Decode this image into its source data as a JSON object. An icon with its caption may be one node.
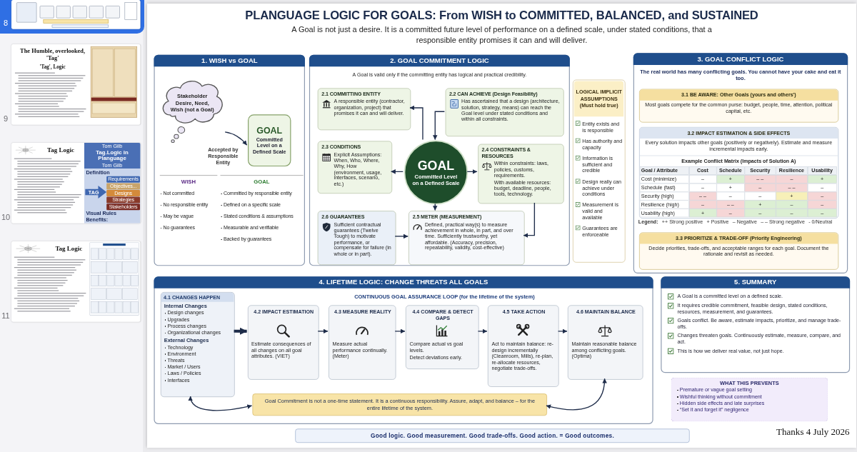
{
  "diagram": {
    "title": "PLANGUAGE LOGIC FOR GOALS: From WISH to COMMITTED, BALANCED, and SUSTAINED",
    "nodes": [
      {
        "text": [],
        "shape": "picture",
        "beside": [
          "8"
        ]
      },
      {
        "text": [
          "The Humble, overlooked, 'Tag'",
          "'Tag', Logic"
        ],
        "beside": [
          "9"
        ]
      },
      {
        "text": [
          "Tag Logic",
          "Tom Gilb",
          "Tag.Logic in Planguage",
          "Tom Gilb",
          "Definition",
          "TAG",
          "Requirements",
          "Objectives...",
          "Designs",
          "Strategies",
          "Stakeholders",
          "Visual Rules",
          "Benefits:"
        ],
        "beside": [
          "10"
        ]
      },
      {
        "text": [
          "Tag Logic"
        ],
        "beside": [
          "11"
        ]
      },
      {
        "text": [
          "1. WISH vs GOAL"
        ]
      },
      {
        "text": [
          "Stakeholder Desire, Need, Wish (not a Goal)"
        ],
        "in": 4
      },
      {
        "text": [
          "GOAL",
          "Committed Level on a Defined Scale"
        ],
        "in": 4
      },
      {
        "text": [
          "2. GOAL COMMITMENT LOGIC",
          "A Goal is valid only if the committing entity has logical and practical credibility."
        ]
      },
      {
        "text": [
          "2.1 COMMITTING ENTITY",
          "A responsible entity (contractor, organization, project) that promises it can and will deliver."
        ],
        "in": 7
      },
      {
        "text": [
          "2.2 CAN ACHIEVE (Design Feasibility)",
          "Has ascertained that a design (architecture, solution, strategy, means) can reach the Goal level under stated conditions and within all constraints."
        ],
        "in": 7
      },
      {
        "text": [
          "GOAL",
          "Committed Level on a Defined Scale"
        ],
        "in": 7
      },
      {
        "text": [
          "2.3 CONDITIONS",
          "Explicit Assumptions: When, Who, Where, Why, How (environment, usage, interfaces, scenario, etc.)"
        ],
        "in": 7
      },
      {
        "text": [
          "2.4 CONSTRAINTS & RESOURCES",
          "Within constraints: laws, policies, customs, requirements.",
          "With available resources: budget, deadline, people, tools, technology."
        ],
        "in": 7
      },
      {
        "text": [
          "2.6 GUARANTEES",
          "Sufficient contractual guarantees (Twelve Tough) to motivate performance, or compensate for failure (in whole or in part)."
        ],
        "in": 7
      },
      {
        "text": [
          "2.5 METER (MEASUREMENT)",
          "Defined, practical way(s) to measure achievement in whole, in part, and over time. Sufficiently trustworthy, yet affordable. (Accuracy, precision, repeatability, validity, cost-effective)"
        ],
        "in": 7
      },
      {
        "text": [
          "LOGICAL IMPLICIT ASSUMPTIONS (Must hold true)",
          "Entity exists and is responsible",
          "Has authority and capacity",
          "Information is sufficient and credible",
          "Design really can achieve under conditions",
          "Measurement is valid and available",
          "Guarantees are enforceable"
        ]
      },
      {
        "text": [
          "3. GOAL CONFLICT LOGIC",
          "The real world has many conflicting goals. You cannot have your cake and eat it too."
        ]
      },
      {
        "text": [
          "3.1 BE AWARE: Other Goals (yours and others')",
          "Most goals compete for the common purse: budget, people, time, attention, political capital, etc."
        ],
        "in": 16
      },
      {
        "text": [
          "3.2 IMPACT ESTIMATION & SIDE EFFECTS",
          "Every solution impacts other goals (positively or negatively). Estimate and measure incremental impacts early.",
          "Example Conflict Matrix (Impacts of Solution A)"
        ],
        "in": 16
      },
      {
        "text": [
          "3.3 PRIORITIZE & TRADE-OFF (Priority Engineering)",
          "Decide priorities, trade-offs, and acceptable ranges for each goal. Document the rationale and revisit as needed."
        ],
        "in": 16
      },
      {
        "text": [
          "4. LIFETIME LOGIC: CHANGE THREATS ALL GOALS",
          "CONTINUOUS GOAL ASSURANCE LOOP (for the lifetime of the system)"
        ]
      },
      {
        "text": [
          "4.1 CHANGES HAPPEN",
          "Internal Changes",
          "Design changes",
          "Upgrades",
          "Process changes",
          "Organizational changes",
          "External Changes",
          "Technology",
          "Environment",
          "Threats",
          "Market / Users",
          "Laws / Policies",
          "Interfaces"
        ],
        "in": 20
      },
      {
        "text": [
          "4.2 IMPACT ESTIMATION",
          "Estimate consequences of all changes on all goal attributes. (VIET)"
        ],
        "in": 20
      },
      {
        "text": [
          "4.3 MEASURE REALITY",
          "Measure actual performance continually. (Meter)"
        ],
        "in": 20
      },
      {
        "text": [
          "4.4 COMPARE & DETECT GAPS",
          "Compare actual vs goal levels.",
          "Detect deviations early."
        ],
        "in": 20
      },
      {
        "text": [
          "4.5 TAKE ACTION",
          "Act to maintain balance: re-design incrementally (Cleanroom, Mills), re-plan, re-allocate resources, negotiate trade-offs."
        ],
        "in": 20
      },
      {
        "text": [
          "4.6 MAINTAIN BALANCE",
          "Maintain reasonable balance among conflicting goals. (Optima)"
        ],
        "in": 20
      },
      {
        "text": [
          "Goal Commitment is not a one-time statement. It is a continuous responsibility. Assure, adapt, and balance – for the entire lifetime of the system."
        ],
        "in": 20
      },
      {
        "text": [
          "5. SUMMARY",
          "A Goal is a committed level on a defined scale.",
          "It requires credible commitment, feasible design, stated conditions, resources, measurement, and guarantees.",
          "Goals conflict. Be aware, estimate impacts, prioritize, and manage trade-offs.",
          "Changes threaten goals. Continuously estimate, measure, compare, and act.",
          "This is how we deliver real value, not just hope."
        ]
      },
      {
        "text": [
          "WHAT THIS PREVENTS",
          "Premature or vague goal setting",
          "Wishful thinking without commitment",
          "Hidden side effects and late surprises",
          "“Set it and forget it” negligence"
        ]
      },
      {
        "text": [
          "Good logic. Good measurement. Good trade-offs. Good action. = Good outcomes."
        ]
      }
    ],
    "edges": [
      {
        "from": 5,
        "to": 6,
        "arrow": "to",
        "label": "Accepted by Responsible Entity"
      },
      {
        "from": 10,
        "to": 8,
        "arrow": "to"
      },
      {
        "from": 9,
        "to": 10,
        "arrow": "to"
      },
      {
        "from": 10,
        "to": 11,
        "arrow": "to"
      },
      {
        "from": 10,
        "to": 12,
        "arrow": "to"
      },
      {
        "from": 10,
        "to": 14,
        "arrow": "to"
      },
      {
        "from": 13,
        "to": 14,
        "arrow": "to"
      },
      {
        "from": 12,
        "to": 14,
        "arrow": "to"
      },
      {
        "from": 21,
        "to": 22,
        "arrow": "to",
        "style": "thick"
      },
      {
        "from": 22,
        "to": 23,
        "arrow": "to"
      },
      {
        "from": 23,
        "to": 24,
        "arrow": "to"
      },
      {
        "from": 24,
        "to": 25,
        "arrow": "to"
      },
      {
        "from": 25,
        "to": 26,
        "arrow": "to"
      },
      {
        "from": 27,
        "to": 21,
        "arrow": "both"
      },
      {
        "from": 27,
        "to": 26,
        "arrow": "both"
      }
    ],
    "labels": [
      "A Goal is not just a desire. It is a committed future level of performance on a defined scale, under stated conditions, that a responsible entity promises it can and will deliver.",
      "WISH",
      "Not committed",
      "No responsible entity",
      "May be vague",
      "No guarantees",
      "GOAL",
      "Committed by responsible entity",
      "Defined on a specific scale",
      "Stated conditions & assumptions",
      "Measurable and verifiable",
      "Backed by guarantees",
      "Goal / Attribute",
      "Cost",
      "Schedule",
      "Security",
      "Resilience",
      "Usability",
      "Cost (minimize)",
      "–",
      "+",
      "– –",
      "–",
      "+",
      "Schedule (fast)",
      "–",
      "+",
      "–",
      "– –",
      "–",
      "Security (high)",
      "– –",
      "–",
      "–",
      "+",
      "–",
      "Resilience (high)",
      "–",
      "– –",
      "+",
      "–",
      "–",
      "Usability (high)",
      "+",
      "–",
      "–",
      "–",
      "–",
      "Legend:",
      "++ Strong positive",
      "+ Positive",
      "– Negative",
      "– – Strong negative",
      "- 0/Neutral",
      "Thanks 4 July 2026"
    ]
  }
}
